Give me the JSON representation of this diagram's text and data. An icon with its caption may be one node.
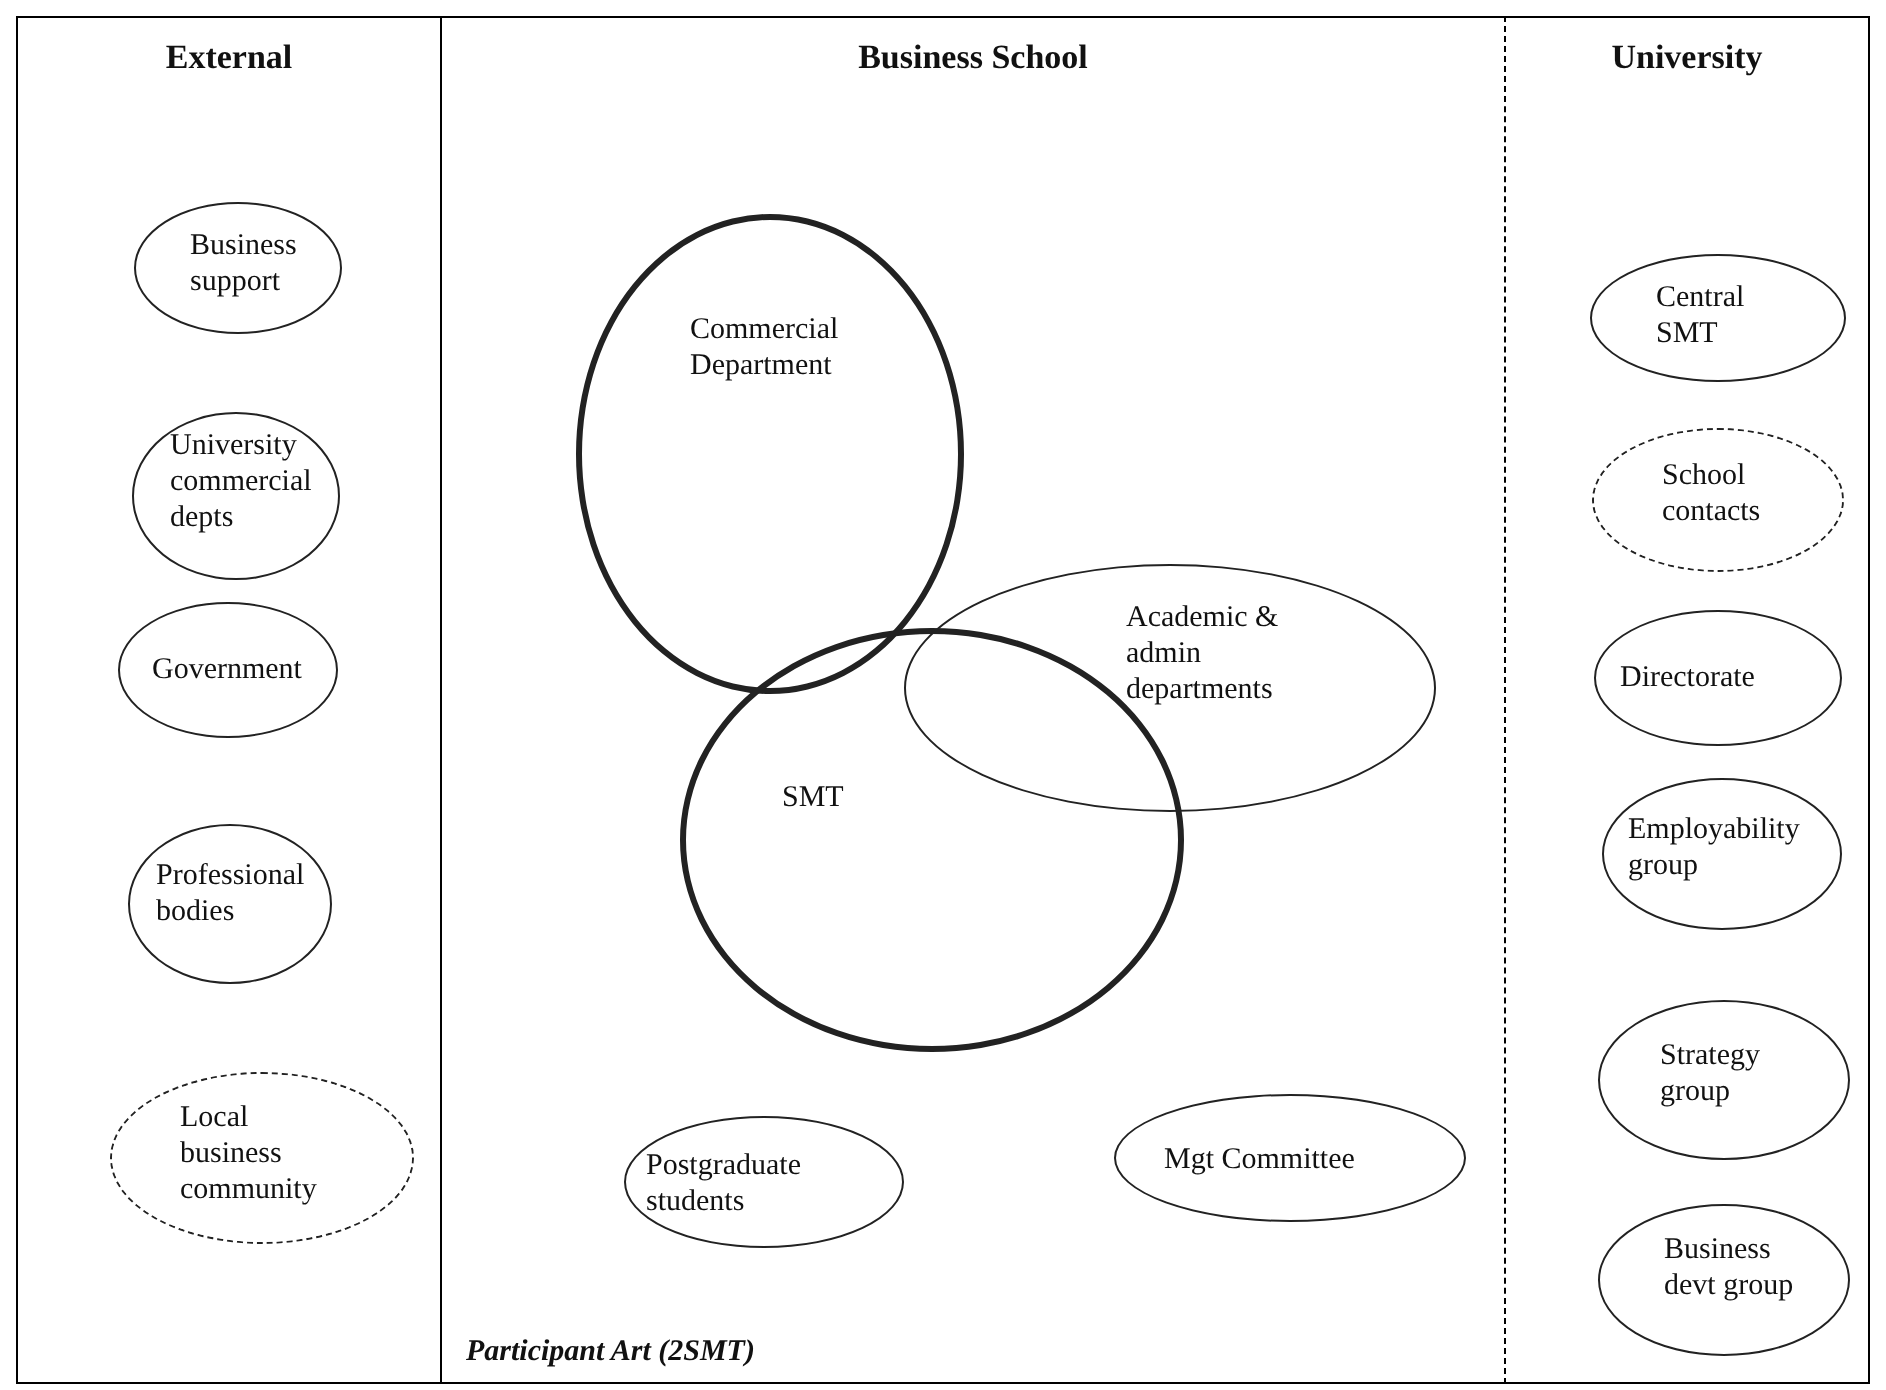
{
  "diagram": {
    "nodes": [
      {
        "text": [
          "External"
        ]
      },
      {
        "text": [
          "Business School"
        ]
      },
      {
        "text": [
          "University"
        ]
      },
      {
        "text": [
          "Business support"
        ],
        "in": 0
      },
      {
        "text": [
          "University commercial depts"
        ],
        "in": 0
      },
      {
        "text": [
          "Government"
        ],
        "in": 0
      },
      {
        "text": [
          "Professional bodies"
        ],
        "in": 0
      },
      {
        "text": [
          "Local business community"
        ],
        "in": 0
      },
      {
        "text": [
          "Commercial Department"
        ],
        "in": 1
      },
      {
        "text": [
          "SMT"
        ],
        "in": 1
      },
      {
        "text": [
          "Academic & admin departments"
        ],
        "in": 1
      },
      {
        "text": [
          "Postgraduate students"
        ],
        "in": 1
      },
      {
        "text": [
          "Mgt Committee"
        ],
        "in": 1
      },
      {
        "text": [
          "Central SMT"
        ],
        "in": 2
      },
      {
        "text": [
          "School contacts"
        ],
        "in": 2
      },
      {
        "text": [
          "Directorate"
        ],
        "in": 2
      },
      {
        "text": [
          "Employability group"
        ],
        "in": 2
      },
      {
        "text": [
          "Strategy group"
        ],
        "in": 2
      },
      {
        "text": [
          "Business devt group"
        ],
        "in": 2
      }
    ],
    "labels": [
      "Participant Art (2SMT)"
    ]
  }
}
